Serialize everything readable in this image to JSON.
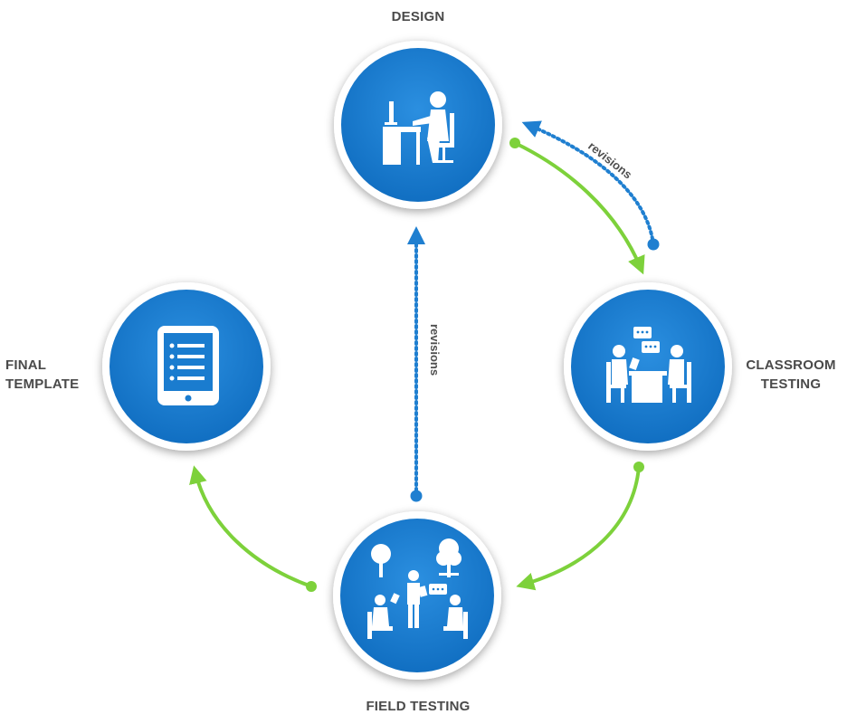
{
  "stages": {
    "design": {
      "label": "DESIGN",
      "icon": "designer-at-desk-icon"
    },
    "classroom": {
      "label_line1": "CLASSROOM",
      "label_line2": "TESTING",
      "icon": "classroom-meeting-icon"
    },
    "field": {
      "label": "FIELD TESTING",
      "icon": "outdoor-group-icon"
    },
    "final": {
      "label_line1": "FINAL",
      "label_line2": "TEMPLATE",
      "icon": "tablet-checklist-icon"
    }
  },
  "connectors": {
    "revisions_label": "revisions",
    "forward_color": "#7dd13b",
    "revision_color": "#1f7fd0"
  },
  "colors": {
    "circle_fill": "#1a7ccf",
    "circle_ring": "#ffffff",
    "label_text": "#4a4a4a"
  }
}
